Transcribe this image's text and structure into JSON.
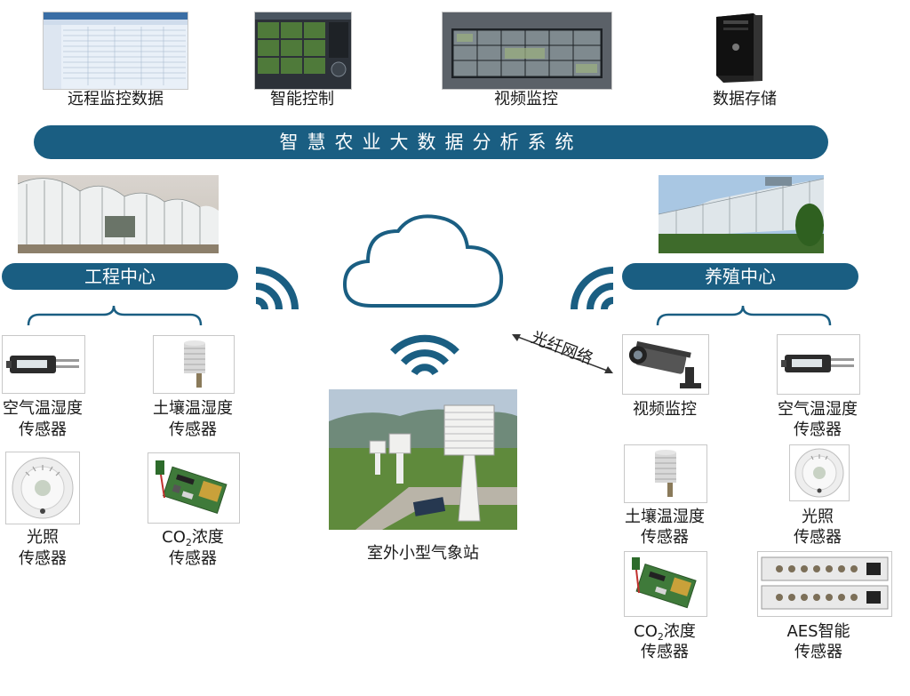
{
  "top_row": [
    {
      "label": "远程监控数据",
      "icon": "spreadsheet-screenshot-icon"
    },
    {
      "label": "智能控制",
      "icon": "control-software-screenshot-icon"
    },
    {
      "label": "视频监控",
      "icon": "video-wall-icon"
    },
    {
      "label": "数据存储",
      "icon": "server-tower-icon"
    }
  ],
  "banner": {
    "title": "智慧农业大数据分析系统"
  },
  "left_center": {
    "title": "工程中心",
    "devices": [
      {
        "line1": "空气温湿度",
        "line2": "传感器",
        "icon": "air-sensor-icon"
      },
      {
        "line1": "土壤温湿度",
        "line2": "传感器",
        "icon": "soil-sensor-icon"
      },
      {
        "line1": "光照",
        "line2": "传感器",
        "icon": "light-sensor-icon"
      },
      {
        "line1_pre": "CO",
        "line1_sub": "2",
        "line1_post": "浓度",
        "line2": "传感器",
        "icon": "co2-board-icon"
      }
    ]
  },
  "right_center": {
    "title": "养殖中心",
    "devices": [
      {
        "line1": "视频监控",
        "line2": "",
        "icon": "camera-icon"
      },
      {
        "line1": "空气温湿度",
        "line2": "传感器",
        "icon": "air-sensor-icon"
      },
      {
        "line1": "土壤温湿度",
        "line2": "传感器",
        "icon": "soil-sensor-icon"
      },
      {
        "line1": "光照",
        "line2": "传感器",
        "icon": "light-sensor-icon"
      },
      {
        "line1_pre": "CO",
        "line1_sub": "2",
        "line1_post": "浓度",
        "line2": "传感器",
        "icon": "co2-board-icon"
      },
      {
        "line1": "AES智能",
        "line2": "传感器",
        "icon": "aes-rack-icon"
      }
    ]
  },
  "center": {
    "station_label": "室外小型气象站",
    "fiber_label": "光纤网络"
  },
  "colors": {
    "brand": "#1a5e82",
    "cloud_stroke": "#1a5e82"
  }
}
